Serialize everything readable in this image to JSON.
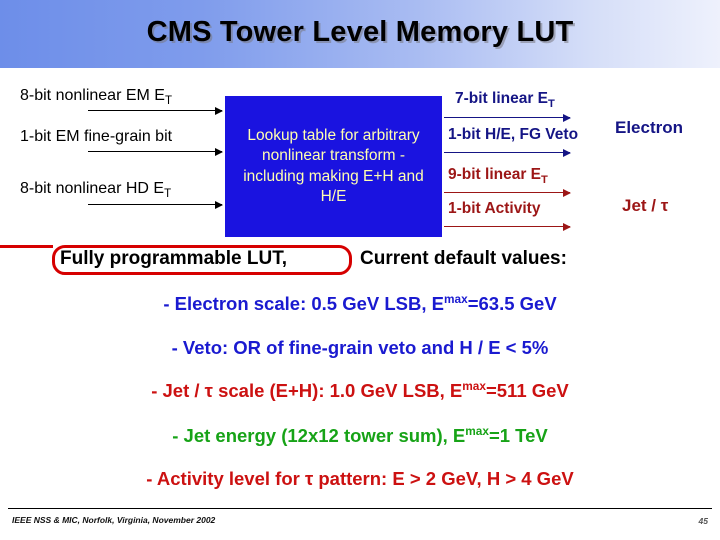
{
  "slide": {
    "title": "CMS Tower Level Memory LUT",
    "background": "#ffffff",
    "header_gradient_start": "#6d8ee9",
    "header_gradient_end": "#eef1fc"
  },
  "diagram": {
    "inputs": [
      {
        "label": "8-bit nonlinear EM E",
        "sub": "T",
        "color": "#000000"
      },
      {
        "label": "1-bit EM fine-grain bit",
        "sub": "",
        "color": "#000000"
      },
      {
        "label": "8-bit nonlinear HD E",
        "sub": "T",
        "color": "#000000"
      }
    ],
    "lut_box": {
      "text": "Lookup table for arbitrary nonlinear transform - including making E+H and H/E",
      "fill": "#1a13e0",
      "text_color": "#ffffb0"
    },
    "outputs": [
      {
        "label": "7-bit linear E",
        "sub": "T",
        "color": "#151585"
      },
      {
        "label": "1-bit H/E, FG Veto",
        "sub": "",
        "color": "#151585"
      },
      {
        "label": "9-bit linear E",
        "sub": "T",
        "color": "#9c1616"
      },
      {
        "label": "1-bit Activity",
        "sub": "",
        "color": "#9c1616"
      }
    ],
    "group_labels": [
      {
        "label": "Electron",
        "color": "#151585"
      },
      {
        "label": "Jet / τ",
        "color": "#9c1616"
      }
    ]
  },
  "callout": {
    "boxed_text": "Fully programmable LUT,",
    "trailing_text": "Current default values:",
    "border_color": "#d60000"
  },
  "bullets": [
    {
      "prefix": "- Electron scale: 0.5 GeV LSB, E",
      "sup": "max",
      "suffix": "=63.5 GeV",
      "color": "#1a1ad0"
    },
    {
      "prefix": "- Veto: OR of fine-grain veto and H / E < 5%",
      "sup": "",
      "suffix": "",
      "color": "#1a1ad0"
    },
    {
      "prefix": "- Jet / τ scale (E+H): 1.0 GeV LSB, E",
      "sup": "max",
      "suffix": "=511 GeV",
      "color": "#cc1111"
    },
    {
      "prefix": "- Jet energy (12x12 tower sum), E",
      "sup": "max",
      "suffix": "=1 TeV",
      "color": "#17a317"
    },
    {
      "prefix": "- Activity level for τ pattern: E > 2 GeV, H > 4 GeV",
      "sup": "",
      "suffix": "",
      "color": "#cc1111"
    }
  ],
  "footer": {
    "text": "IEEE NSS & MIC, Norfolk, Virginia, November 2002",
    "page_number": "45"
  }
}
